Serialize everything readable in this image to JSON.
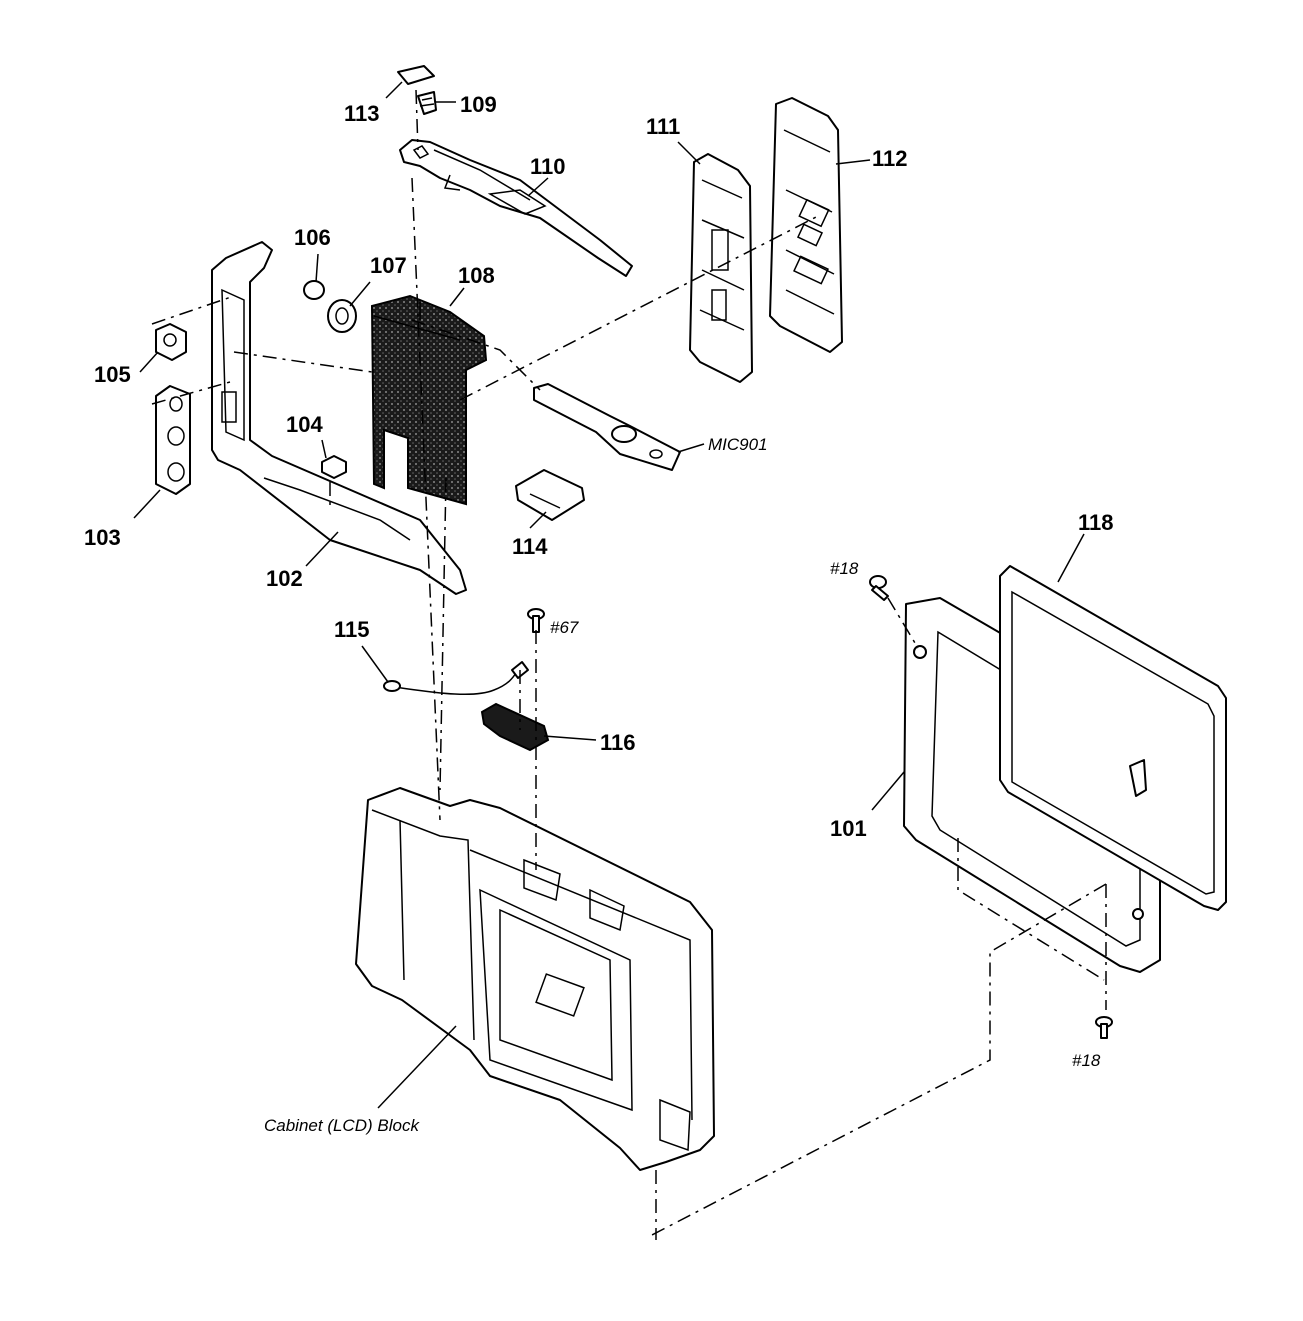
{
  "labels": {
    "p101": "101",
    "p102": "102",
    "p103": "103",
    "p104": "104",
    "p105": "105",
    "p106": "106",
    "p107": "107",
    "p108": "108",
    "p109": "109",
    "p110": "110",
    "p111": "111",
    "p112": "112",
    "p113": "113",
    "p114": "114",
    "p115": "115",
    "p116": "116",
    "p118": "118",
    "mic901": "MIC901",
    "screw67": "#67",
    "screw18a": "#18",
    "screw18b": "#18",
    "cabinet": "Cabinet (LCD) Block"
  },
  "colors": {
    "ink": "#000000",
    "paper": "#ffffff",
    "texture": "#1a1a1a"
  }
}
